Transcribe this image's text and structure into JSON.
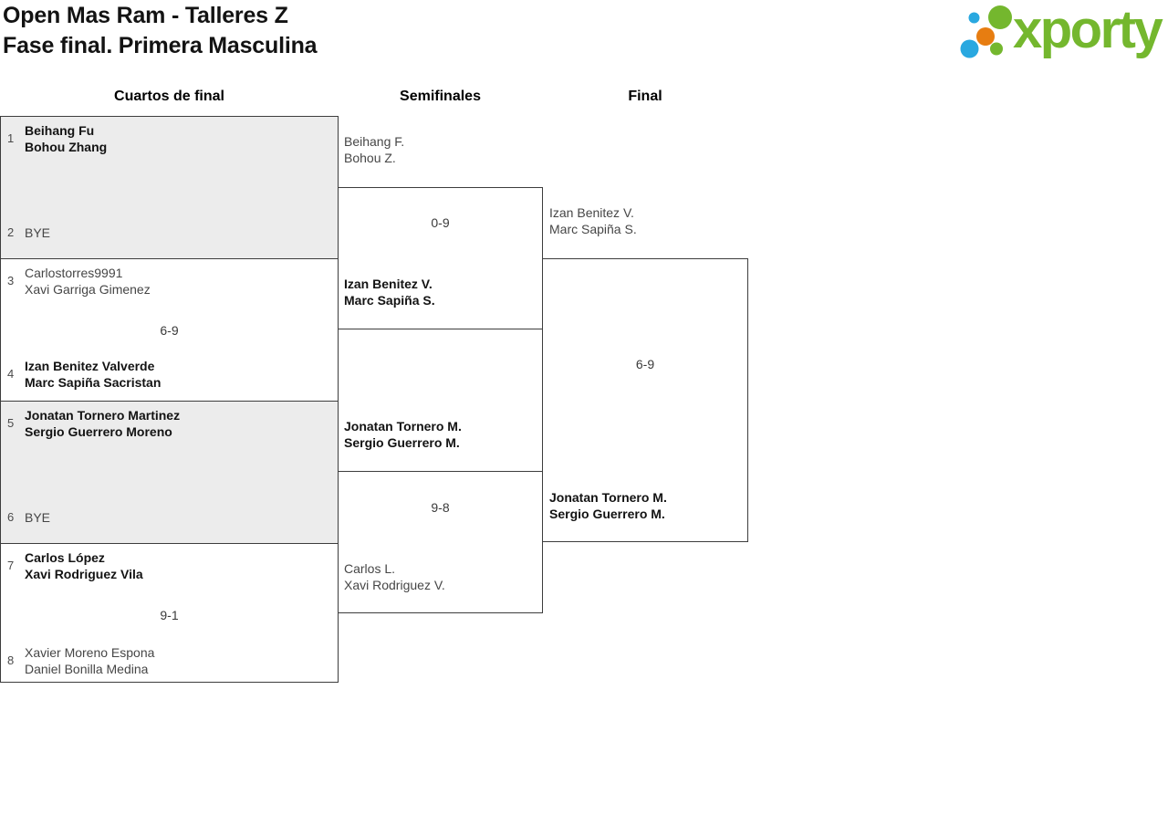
{
  "header": {
    "title_line1": "Open Mas Ram - Talleres Z",
    "title_line2": "Fase final. Primera Masculina",
    "brand": "xporty"
  },
  "columns": {
    "quarterfinals": "Cuartos de final",
    "semifinals": "Semifinales",
    "final": "Final"
  },
  "colors": {
    "brand_green": "#74b72e",
    "brand_blue": "#29a8e0",
    "brand_orange": "#e77d11",
    "shaded_box": "#ececec",
    "box_border": "#3d3d3d",
    "winner_text": "#131313",
    "regular_text": "#464646"
  },
  "bracket": {
    "qf": [
      {
        "seed_a": "1",
        "team_a": [
          "Beihang Fu",
          "Bohou Zhang"
        ],
        "seed_b": "2",
        "team_b": [
          "BYE"
        ],
        "score": "",
        "winner": "a"
      },
      {
        "seed_a": "3",
        "team_a": [
          "Carlostorres9991",
          "Xavi Garriga Gimenez"
        ],
        "seed_b": "4",
        "team_b": [
          "Izan Benitez Valverde",
          "Marc Sapiña Sacristan"
        ],
        "score": "6-9",
        "winner": "b"
      },
      {
        "seed_a": "5",
        "team_a": [
          "Jonatan Tornero Martinez",
          "Sergio Guerrero Moreno"
        ],
        "seed_b": "6",
        "team_b": [
          "BYE"
        ],
        "score": "",
        "winner": "a"
      },
      {
        "seed_a": "7",
        "team_a": [
          "Carlos López",
          "Xavi Rodriguez Vila"
        ],
        "seed_b": "8",
        "team_b": [
          "Xavier Moreno Espona",
          "Daniel Bonilla Medina"
        ],
        "score": "9-1",
        "winner": "a"
      }
    ],
    "sf": [
      {
        "team_a": [
          "Beihang F.",
          "Bohou Z."
        ],
        "team_b": [
          "Izan Benitez V.",
          "Marc Sapiña S."
        ],
        "score": "0-9",
        "winner": "b"
      },
      {
        "team_a": [
          "Jonatan Tornero M.",
          "Sergio Guerrero M."
        ],
        "team_b": [
          "Carlos L.",
          "Xavi Rodriguez V."
        ],
        "score": "9-8",
        "winner": "a"
      }
    ],
    "final": {
      "team_a": [
        "Izan Benitez V.",
        "Marc Sapiña S."
      ],
      "team_b": [
        "Jonatan Tornero M.",
        "Sergio Guerrero M."
      ],
      "score": "6-9",
      "winner": "b"
    }
  }
}
